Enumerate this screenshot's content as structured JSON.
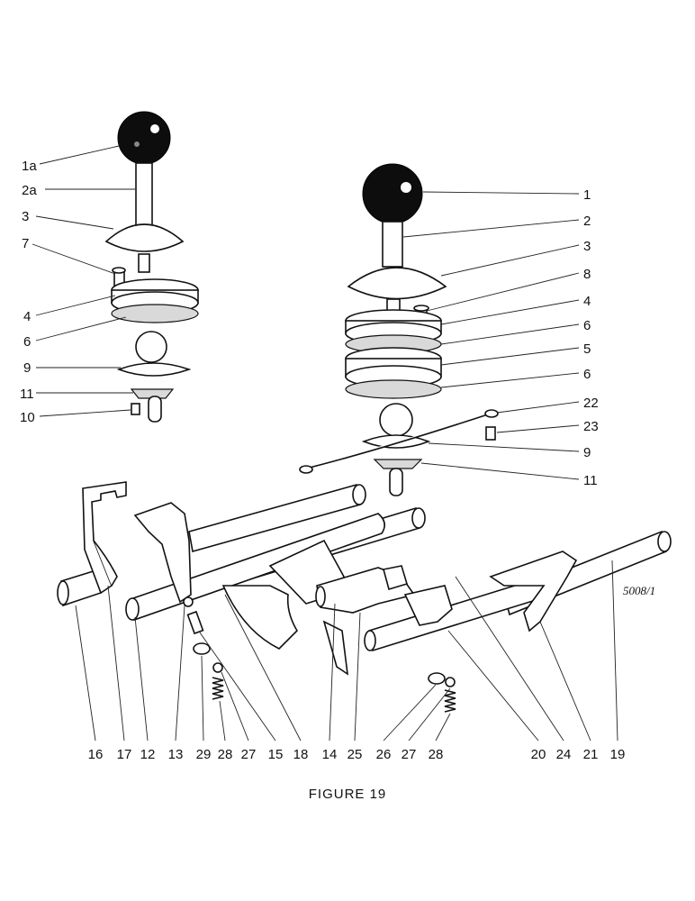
{
  "figure": {
    "caption": "FIGURE 19",
    "reference": "5008/1"
  },
  "callouts": {
    "c1a": "1a",
    "c2a": "2a",
    "c3_left": "3",
    "c7": "7",
    "c4_left": "4",
    "c6_left": "6",
    "c9_left": "9",
    "c11_left": "11",
    "c10": "10",
    "c1": "1",
    "c2": "2",
    "c3_right": "3",
    "c8": "8",
    "c4_right": "4",
    "c6_right_a": "6",
    "c5": "5",
    "c6_right_b": "6",
    "c22": "22",
    "c23": "23",
    "c9_right": "9",
    "c11_right": "11"
  },
  "bottom_labels": [
    "16",
    "17",
    "12",
    "13",
    "29",
    "28",
    "27",
    "15",
    "18",
    "14",
    "25",
    "26",
    "27",
    "28",
    "20",
    "24",
    "21",
    "19"
  ],
  "colors": {
    "ink": "#111111",
    "paper": "#ffffff"
  }
}
